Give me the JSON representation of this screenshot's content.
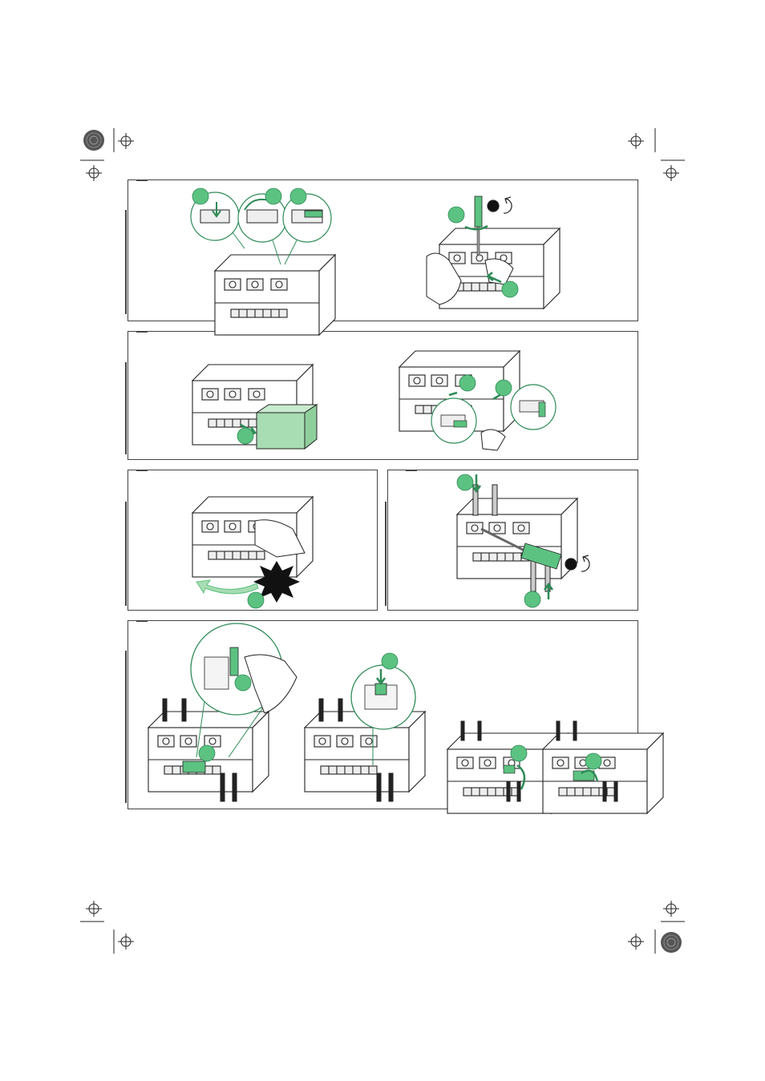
{
  "colors": {
    "accent_green": "#5cc281",
    "light_green": "#a8dcb3",
    "outline": "#222222",
    "frame": "#444444",
    "burst": "#111111"
  },
  "icons": [
    "registration-mark-icon",
    "color-target-icon",
    "screwdriver-icon",
    "rotate-clockwise-icon",
    "hand-icon",
    "arrow-icon",
    "magnifier-callout-icon",
    "explosion-burst-icon"
  ],
  "panels": [
    {
      "id": "panel-1",
      "steps": 2
    },
    {
      "id": "panel-2",
      "steps": 2
    },
    {
      "id": "panel-3",
      "steps": 1
    },
    {
      "id": "panel-4",
      "steps": 1
    },
    {
      "id": "panel-5",
      "steps": 4
    }
  ]
}
